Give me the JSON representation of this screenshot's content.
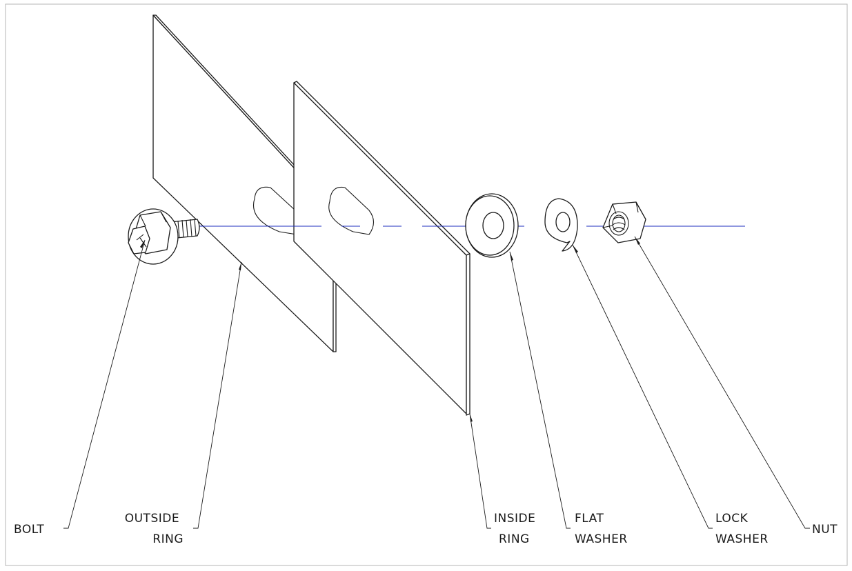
{
  "colors": {
    "line": "#1a1a1a",
    "center_axis": "#1f2fbf",
    "frame": "#b5b5b5",
    "background": "#ffffff"
  },
  "callouts": {
    "bolt": {
      "lines": [
        "BOLT"
      ]
    },
    "outside_ring": {
      "lines": [
        "OUTSIDE",
        "RING"
      ]
    },
    "inside_ring": {
      "lines": [
        "INSIDE",
        "RING"
      ]
    },
    "flat_washer": {
      "lines": [
        "FLAT",
        "WASHER"
      ]
    },
    "lock_washer": {
      "lines": [
        "LOCK",
        "WASHER"
      ]
    },
    "nut": {
      "lines": [
        "NUT"
      ]
    }
  }
}
